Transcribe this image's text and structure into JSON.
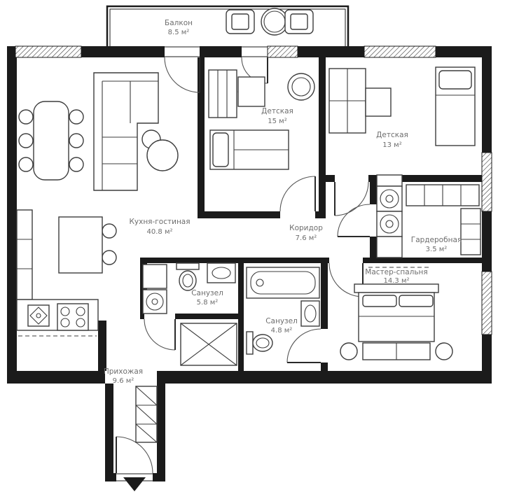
{
  "colors": {
    "wall": "#1b1b1b",
    "furniture": "#3d3d3d",
    "label": "#6e6e6e",
    "background": "#ffffff"
  },
  "rooms": [
    {
      "id": "balcony",
      "name": "Балкон",
      "area": "8.5 м²"
    },
    {
      "id": "kitchen-living",
      "name": "Кухня-гостиная",
      "area": "40.8 м²"
    },
    {
      "id": "kids-room-1",
      "name": "Детская",
      "area": "15 м²"
    },
    {
      "id": "kids-room-2",
      "name": "Детская",
      "area": "13 м²"
    },
    {
      "id": "corridor",
      "name": "Коридор",
      "area": "7.6 м²"
    },
    {
      "id": "walk-in-closet",
      "name": "Гардеробная",
      "area": "3.5 м²"
    },
    {
      "id": "master-bedroom",
      "name": "Мастер-спальня",
      "area": "14.3 м²"
    },
    {
      "id": "bathroom-1",
      "name": "Санузел",
      "area": "5.8 м²"
    },
    {
      "id": "bathroom-2",
      "name": "Санузел",
      "area": "4.8 м²"
    },
    {
      "id": "entry-hall",
      "name": "Прихожая",
      "area": "9.6 м²"
    }
  ]
}
